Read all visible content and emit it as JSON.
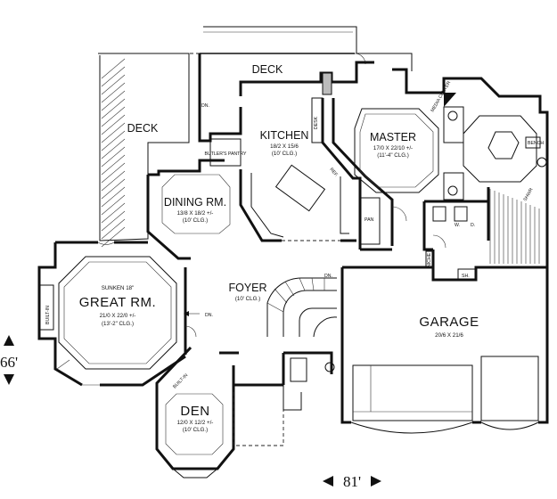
{
  "rooms": {
    "deck_top": {
      "name": "DECK"
    },
    "deck_left": {
      "name": "DECK"
    },
    "kitchen": {
      "name": "KITCHEN",
      "size": "18/2 X 15/6",
      "ceiling": "(10' CLG.)"
    },
    "master": {
      "name": "MASTER",
      "size": "17/0 X 22/10 +/-",
      "ceiling": "(11'-4\" CLG.)"
    },
    "dining": {
      "name": "DINING RM.",
      "size": "13/8 X 18/2 +/-",
      "ceiling": "(10' CLG.)"
    },
    "great": {
      "note": "SUNKEN 18\"",
      "name": "GREAT RM.",
      "size": "21/0 X 22/0 +/-",
      "ceiling": "(13'-2\" CLG.)"
    },
    "foyer": {
      "name": "FOYER",
      "ceiling": "(10' CLG.)"
    },
    "garage": {
      "name": "GARAGE",
      "size": "20/6 X 21/6"
    },
    "den": {
      "name": "DEN",
      "size": "12/0 X 12/2 +/-",
      "ceiling": "(10' CLG.)"
    }
  },
  "small_labels": {
    "dn_deck": "DN.",
    "dn_great": "DN.",
    "dn_foyer": "DN.",
    "butlers_pantry": "BUTLER'S PANTRY",
    "desk": "DESK",
    "ref": "REF.",
    "pan": "PAN",
    "media_center": "MEDIA CENTER",
    "bench": "BENCH",
    "shwr": "SHWR",
    "w": "W.",
    "d": "D.",
    "niche": "NICHE",
    "sh": "SH.",
    "built_in_great": "BUILT-IN",
    "built_in_den": "BUILT-IN"
  },
  "dimensions": {
    "depth": "66'",
    "width": "81'"
  }
}
